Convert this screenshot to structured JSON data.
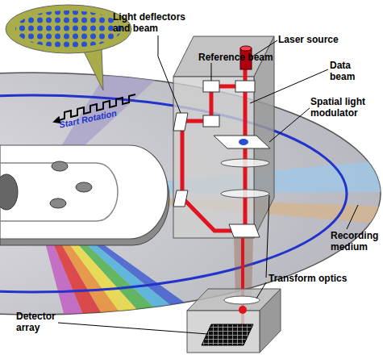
{
  "diagram": {
    "labels": [
      "Light deflectors and beam",
      "Reference beam",
      "Laser source",
      "Data beam",
      "Spatial light modulator",
      "Start Rotation",
      "Recording medium",
      "Transform optics",
      "Detector array"
    ]
  }
}
